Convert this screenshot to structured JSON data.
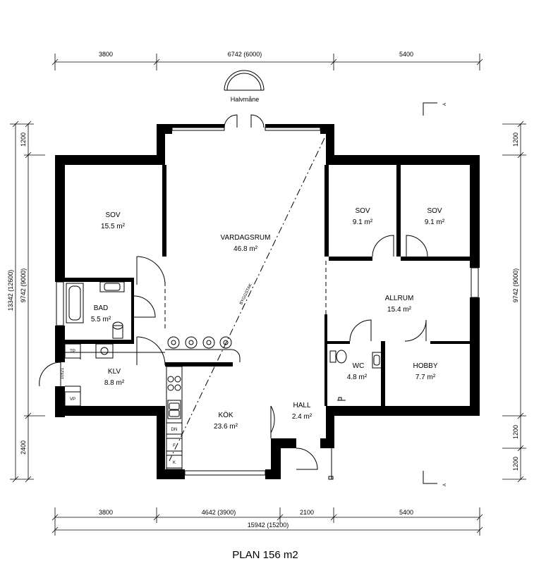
{
  "plan": {
    "title": "PLAN 156 m2",
    "halvmane": "Halvmåne",
    "ridge": "BYGGSTAK",
    "section": "A"
  },
  "rooms": [
    {
      "name": "SOV",
      "area": "15.5 m²"
    },
    {
      "name": "VARDAGSRUM",
      "area": "46.8 m²"
    },
    {
      "name": "SOV",
      "area": "9.1 m²"
    },
    {
      "name": "SOV",
      "area": "9.1 m²"
    },
    {
      "name": "ALLRUM",
      "area": "15.4 m²"
    },
    {
      "name": "BAD",
      "area": "5.5 m²"
    },
    {
      "name": "WC",
      "area": "4.8 m²"
    },
    {
      "name": "HOBBY",
      "area": "7.7 m²"
    },
    {
      "name": "KLV",
      "area": "8.8 m²"
    },
    {
      "name": "KÖK",
      "area": "23.6 m²"
    },
    {
      "name": "HALL",
      "area": "2.4 m²"
    }
  ],
  "fixtures": {
    "tp": "TP",
    "vp": "VP",
    "dn": "DN",
    "f": "F",
    "k": "K",
    "tumble": "10x21"
  },
  "dimensions": {
    "top": [
      "3800",
      "6742 (6000)",
      "5400"
    ],
    "bottom": [
      "3800",
      "4642 (3900)",
      "2100",
      "5400",
      "15942 (15200)"
    ],
    "left": [
      "1200",
      "13342 (12600)",
      "9742 (9000)",
      "2400"
    ],
    "right": [
      "1200",
      "9742 (9000)",
      "1200",
      "1200"
    ]
  }
}
